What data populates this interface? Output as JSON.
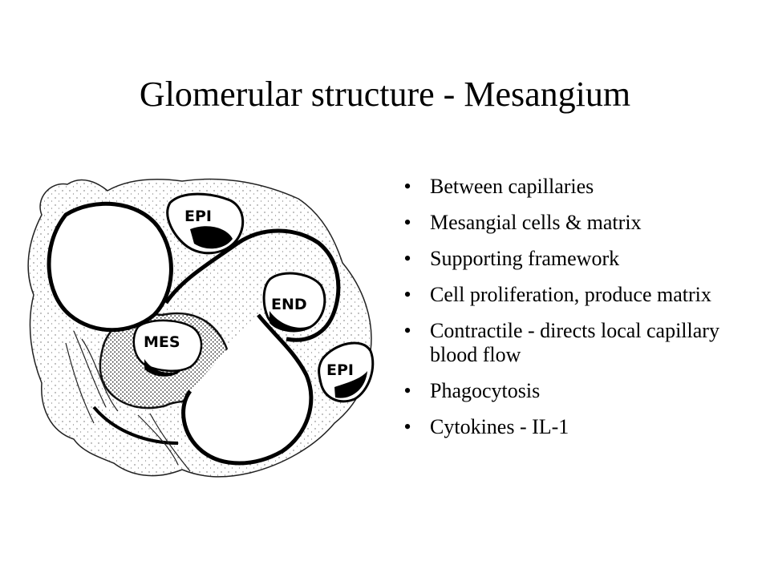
{
  "slide": {
    "title": "Glomerular structure - Mesangium",
    "bullets": [
      "Between capillaries",
      "Mesangial cells & matrix",
      "Supporting framework",
      "Cell proliferation, produce matrix",
      "Contractile - directs local capillary blood flow",
      "Phagocytosis",
      "Cytokines - IL-1"
    ],
    "bullet_symbol": "•"
  },
  "figure": {
    "labels": {
      "epi_top": "EPI",
      "end": "END",
      "mes": "MES",
      "epi_right": "EPI"
    }
  }
}
